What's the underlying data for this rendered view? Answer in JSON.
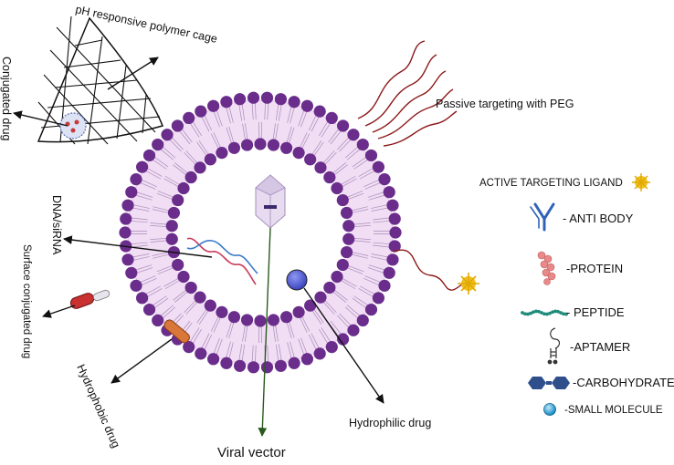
{
  "labels": {
    "ph_cage": "pH responsive polymer cage",
    "conjugated_drug": "Conjugated drug",
    "passive_peg": "Passive targeting with PEG",
    "dna_sirna": "DNA/siRNA",
    "surface_drug": "Surface conjugated drug",
    "hydrophobic_drug": "Hydrophobic drug",
    "hydrophilic_drug": "Hydrophilic drug",
    "viral_vector": "Viral vector"
  },
  "legend": {
    "title": "ACTIVE TARGETING LIGAND",
    "items": [
      {
        "icon": "antibody-icon",
        "label": "- ANTI BODY"
      },
      {
        "icon": "protein-icon",
        "label": "-PROTEIN"
      },
      {
        "icon": "peptide-icon",
        "label": "- PEPTIDE"
      },
      {
        "icon": "aptamer-icon",
        "label": "-APTAMER"
      },
      {
        "icon": "carbohydrate-icon",
        "label": "-CARBOHYDRATE"
      },
      {
        "icon": "small-molecule-icon",
        "label": "-SMALL MOLECULE"
      }
    ]
  },
  "colors": {
    "lipid_head": "#6b2d8c",
    "bilayer_fill": "#f1def5",
    "antibody": "#2f63b8",
    "protein": "#e88a8a",
    "peptide": "#1f8a7a",
    "carbohydrate": "#2f4e8c",
    "small_molecule": "#27a0d8",
    "ligand": "#f0c020",
    "peg": "#8b1a1a",
    "hydrophilic": "#5560d8",
    "hydrophobic": "#d9763a",
    "surface_drug": "#c93030",
    "viral_arrow": "#2b5a1e"
  }
}
